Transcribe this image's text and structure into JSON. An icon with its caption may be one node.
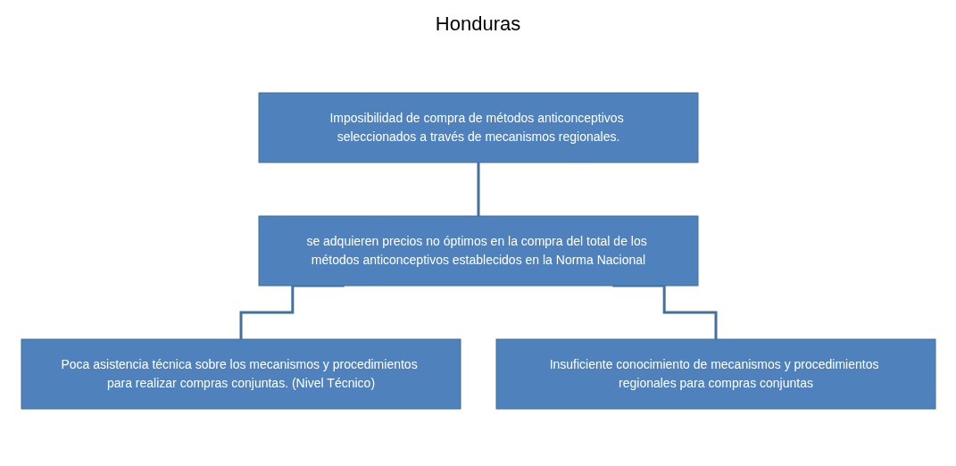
{
  "diagram": {
    "title": "Honduras",
    "nodes": [
      {
        "text": [
          "Imposibilidad de compra de métodos anticonceptivos seleccionados a través de mecanismos regionales."
        ]
      },
      {
        "text": [
          "se adquieren precios no óptimos en la compra del total de los métodos anticonceptivos establecidos en la Norma Nacional"
        ]
      },
      {
        "text": [
          "Poca asistencia técnica sobre los mecanismos y procedimientos para realizar compras conjuntas. (Nivel Técnico)"
        ]
      },
      {
        "text": [
          "Insuficiente conocimiento de mecanismos y procedimientos regionales para compras conjuntas"
        ]
      }
    ],
    "edges": [
      {
        "from": 0,
        "to": 1,
        "arrow": "none"
      },
      {
        "from": 1,
        "to": 2,
        "arrow": "none"
      },
      {
        "from": 1,
        "to": 3,
        "arrow": "none"
      }
    ]
  }
}
